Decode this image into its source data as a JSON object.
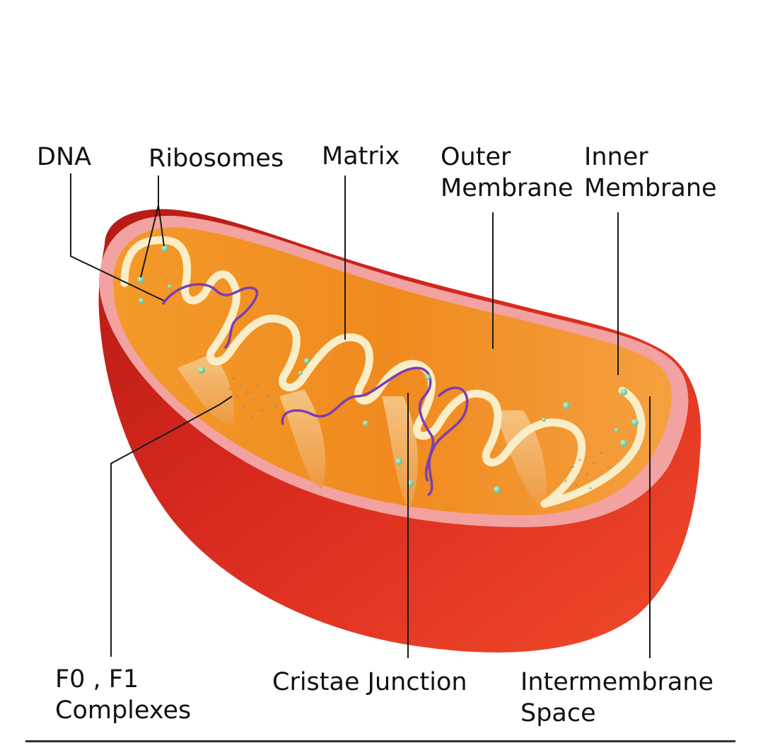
{
  "labels": {
    "dna": "DNA",
    "ribosomes": "Ribosomes",
    "matrix": "Matrix",
    "outer_membrane": [
      "Outer",
      "Membrane"
    ],
    "inner_membrane": [
      "Inner",
      "Membrane"
    ],
    "f0_f1": [
      "F0 , F1",
      "Complexes"
    ],
    "cristae_junction": "Cristae Junction",
    "intermembrane_space": [
      "Intermembrane",
      "Space"
    ]
  },
  "colors": {
    "outer_wall": "#d42a1e",
    "outer_rim": "#f2a2a0",
    "inner_orange": "#f08a1c",
    "cristae_fold": "#f7e4b0",
    "dna_strand": "#7a3fb0",
    "ribosome_dot": "#6fd3a0",
    "leader_line": "#1a1a1a"
  }
}
